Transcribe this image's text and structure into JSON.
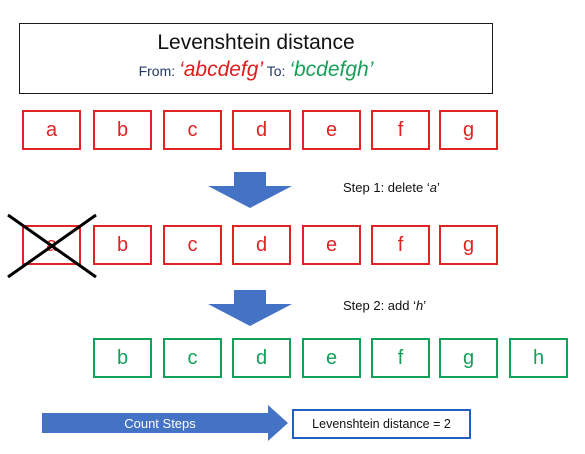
{
  "title": {
    "main": "Levenshtein distance",
    "from_label": "From:",
    "from_value": "‘abcdefg’",
    "to_label": "To:",
    "to_value": "‘bcdefgh’"
  },
  "rows": {
    "original": [
      "a",
      "b",
      "c",
      "d",
      "e",
      "f",
      "g"
    ],
    "after_delete": [
      "a",
      "b",
      "c",
      "d",
      "e",
      "f",
      "g"
    ],
    "final": [
      "b",
      "c",
      "d",
      "e",
      "f",
      "g",
      "h"
    ]
  },
  "steps": {
    "step1_prefix": "Step 1: delete ‘",
    "step1_letter": "a",
    "step1_suffix": "’",
    "step2_prefix": "Step 2: add ‘",
    "step2_letter": "h",
    "step2_suffix": "’"
  },
  "footer": {
    "count_label": "Count Steps",
    "result": "Levenshtein distance = 2"
  },
  "colors": {
    "delete_red": "#e02424",
    "add_green": "#12a05a",
    "arrow_blue": "#4472c4",
    "result_border": "#1f5fbf"
  }
}
